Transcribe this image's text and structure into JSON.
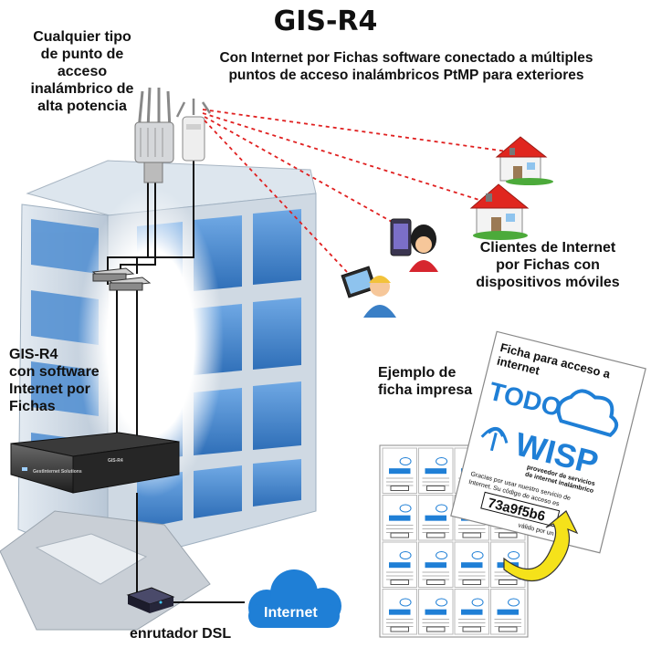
{
  "title": "GIS-R4",
  "subtitle": {
    "line1": "Con Internet por Fichas software conectado a múltiples",
    "line2": "puntos de acceso inalámbricos PtMP para exteriores"
  },
  "ap_label": [
    "Cualquier tipo",
    "de punto de",
    "acceso",
    "inalámbrico de",
    "alta potencia"
  ],
  "server_label": [
    "GIS-R4",
    "con software",
    "Internet por",
    "Fichas"
  ],
  "clients_label": [
    "Clientes de Internet",
    "por Fichas con",
    "dispositivos móviles"
  ],
  "ticket_label": [
    "Ejemplo de",
    "ficha impresa"
  ],
  "router_label": "enrutador DSL",
  "cloud_label": "Internet",
  "device_brand": "GestInternet Solutions",
  "device_model": "GIS-R4",
  "ticket": {
    "header": [
      "Ficha para acceso a",
      "internet"
    ],
    "brand_top": "TODO",
    "brand_bottom": "WISP",
    "tagline": [
      "proveedor de servicios",
      "de internet inalámbrico"
    ],
    "body": [
      "Gracias por usar nuestro servicio de",
      "Internet. Su código de acceso es"
    ],
    "code": "73a9f5b6",
    "validity": "válido por un mes"
  },
  "colors": {
    "building_blue": "#3a7fc6",
    "cloud_blue": "#1f7fd6",
    "link_red": "#e02020",
    "arrow_yellow": "#f5e21a"
  }
}
